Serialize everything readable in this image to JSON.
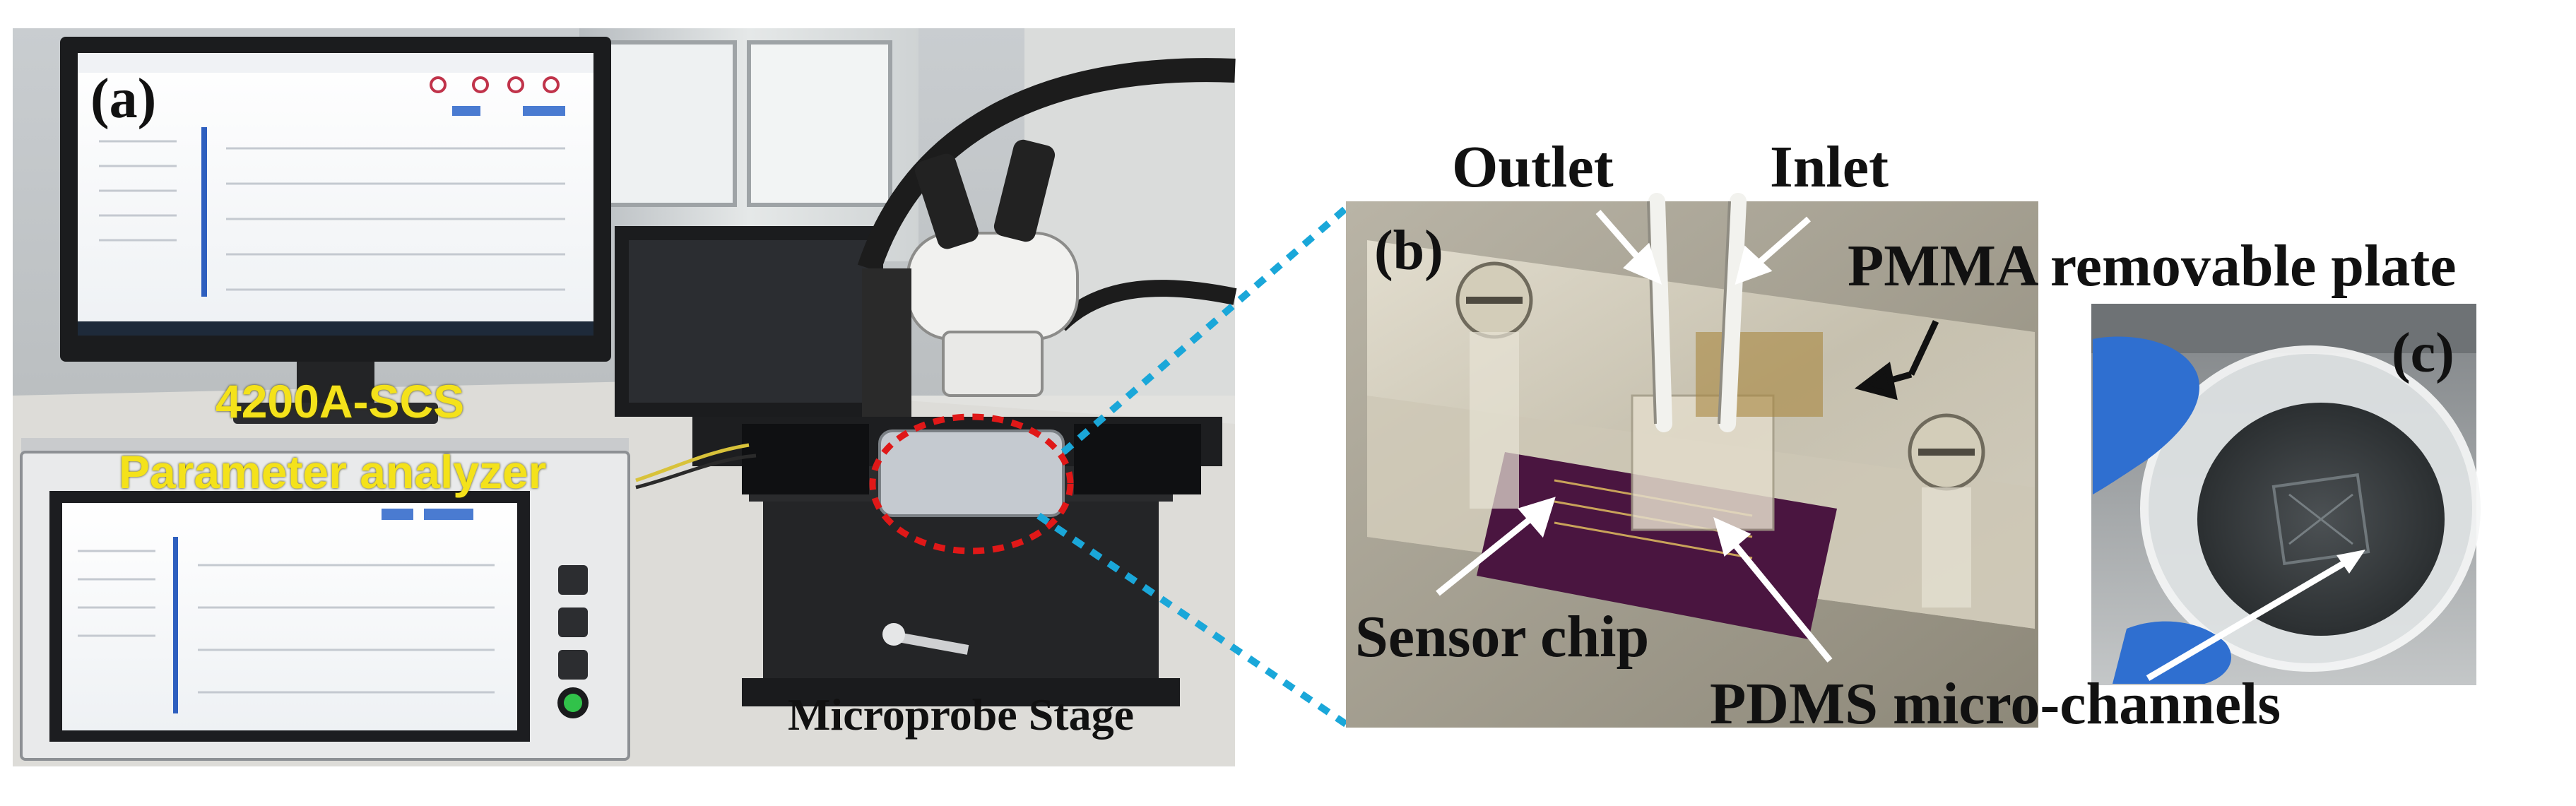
{
  "panels": {
    "a": {
      "tag": "(a)"
    },
    "b": {
      "tag": "(b)"
    },
    "c": {
      "tag": "(c)"
    }
  },
  "labels": {
    "analyzer_model": "4200A-SCS",
    "analyzer_name": "Parameter analyzer",
    "microprobe_stage": "Microprobe Stage",
    "outlet": "Outlet",
    "inlet": "Inlet",
    "pmma_plate": "PMMA removable plate",
    "sensor_chip": "Sensor chip",
    "pdms_channels": "PDMS micro-channels"
  },
  "colors": {
    "label_yellow": "#f4e21a",
    "zoom_line": "#1aa7d9",
    "highlight_circle": "#e01818",
    "chip_purple": "#4a1540",
    "glove_blue": "#2f6fd0"
  }
}
